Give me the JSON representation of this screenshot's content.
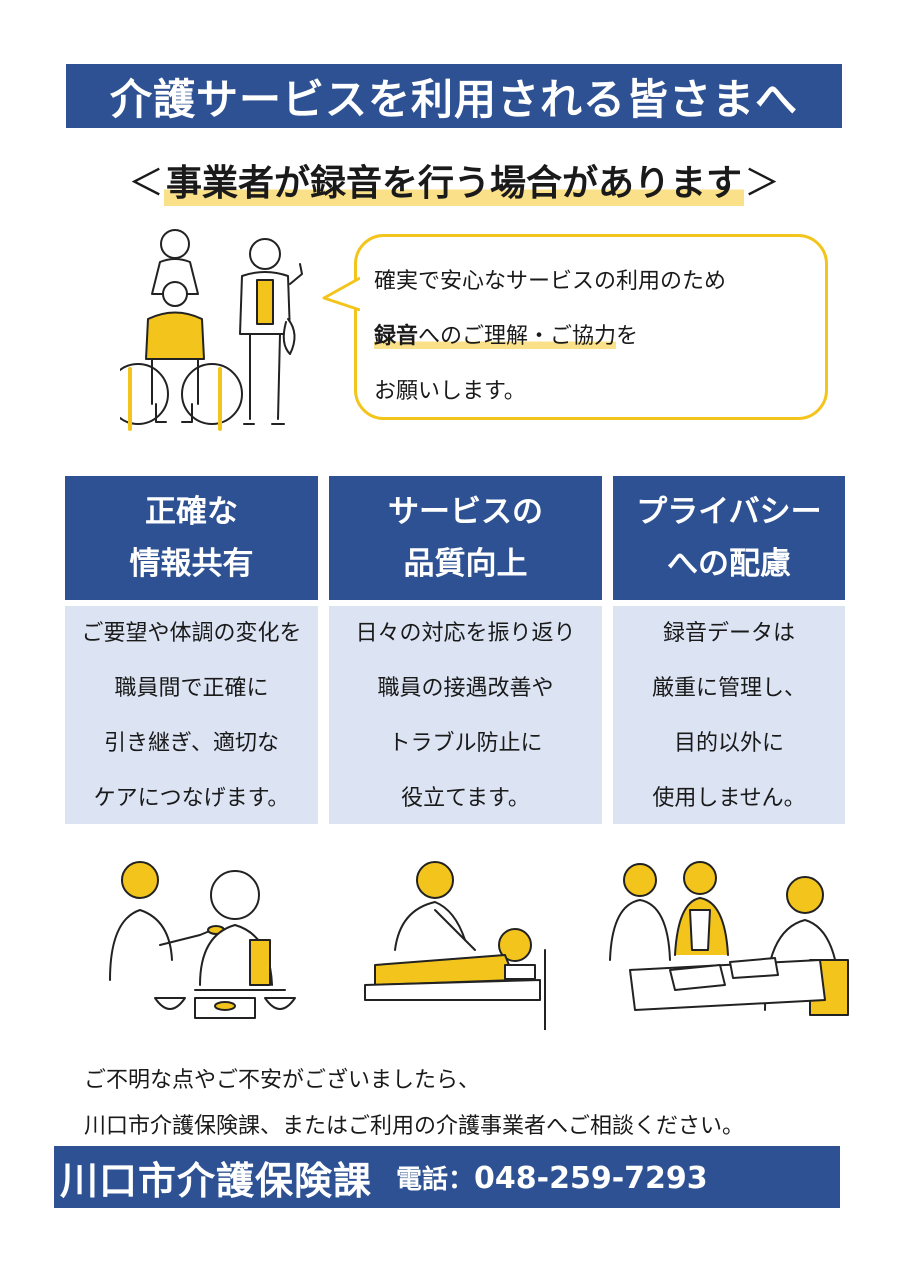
{
  "header": {
    "title": "介護サービスを利用される皆さまへ",
    "subtitle_open": "＜",
    "subtitle": "事業者が録音を行う場合があります",
    "subtitle_close": "＞"
  },
  "bubble": {
    "line1": "確実で安心なサービスの利用のため",
    "line2_bold": "録音",
    "line2_rest": "へのご理解・ご協力",
    "line2_tail": "を",
    "line3": "お願いします。"
  },
  "columns": [
    {
      "head1": "正確な",
      "head2": "情報共有",
      "body": [
        "ご要望や体調の変化を",
        "職員間で正確に",
        "引き継ぎ、適切な",
        "ケアにつなげます。"
      ]
    },
    {
      "head1": "サービスの",
      "head2": "品質向上",
      "body": [
        "日々の対応を振り返り",
        "職員の接遇改善や",
        "トラブル防止に",
        "役立てます。"
      ]
    },
    {
      "head1": "プライバシー",
      "head2": "への配慮",
      "body": [
        "録音データは",
        "厳重に管理し、",
        "目的以外に",
        "使用しません。"
      ]
    }
  ],
  "footer": {
    "line1": "ご不明な点やご不安がございましたら、",
    "line2": "川口市介護保険課、またはご利用の介護事業者へご相談ください。",
    "org": "川口市介護保険課",
    "phone_label": "電話：",
    "phone": "048-259-7293"
  },
  "colors": {
    "navy": "#2d5192",
    "yellow": "#f3c51c",
    "light_blue": "#dce4f4",
    "highlight": "#fbe08a"
  }
}
